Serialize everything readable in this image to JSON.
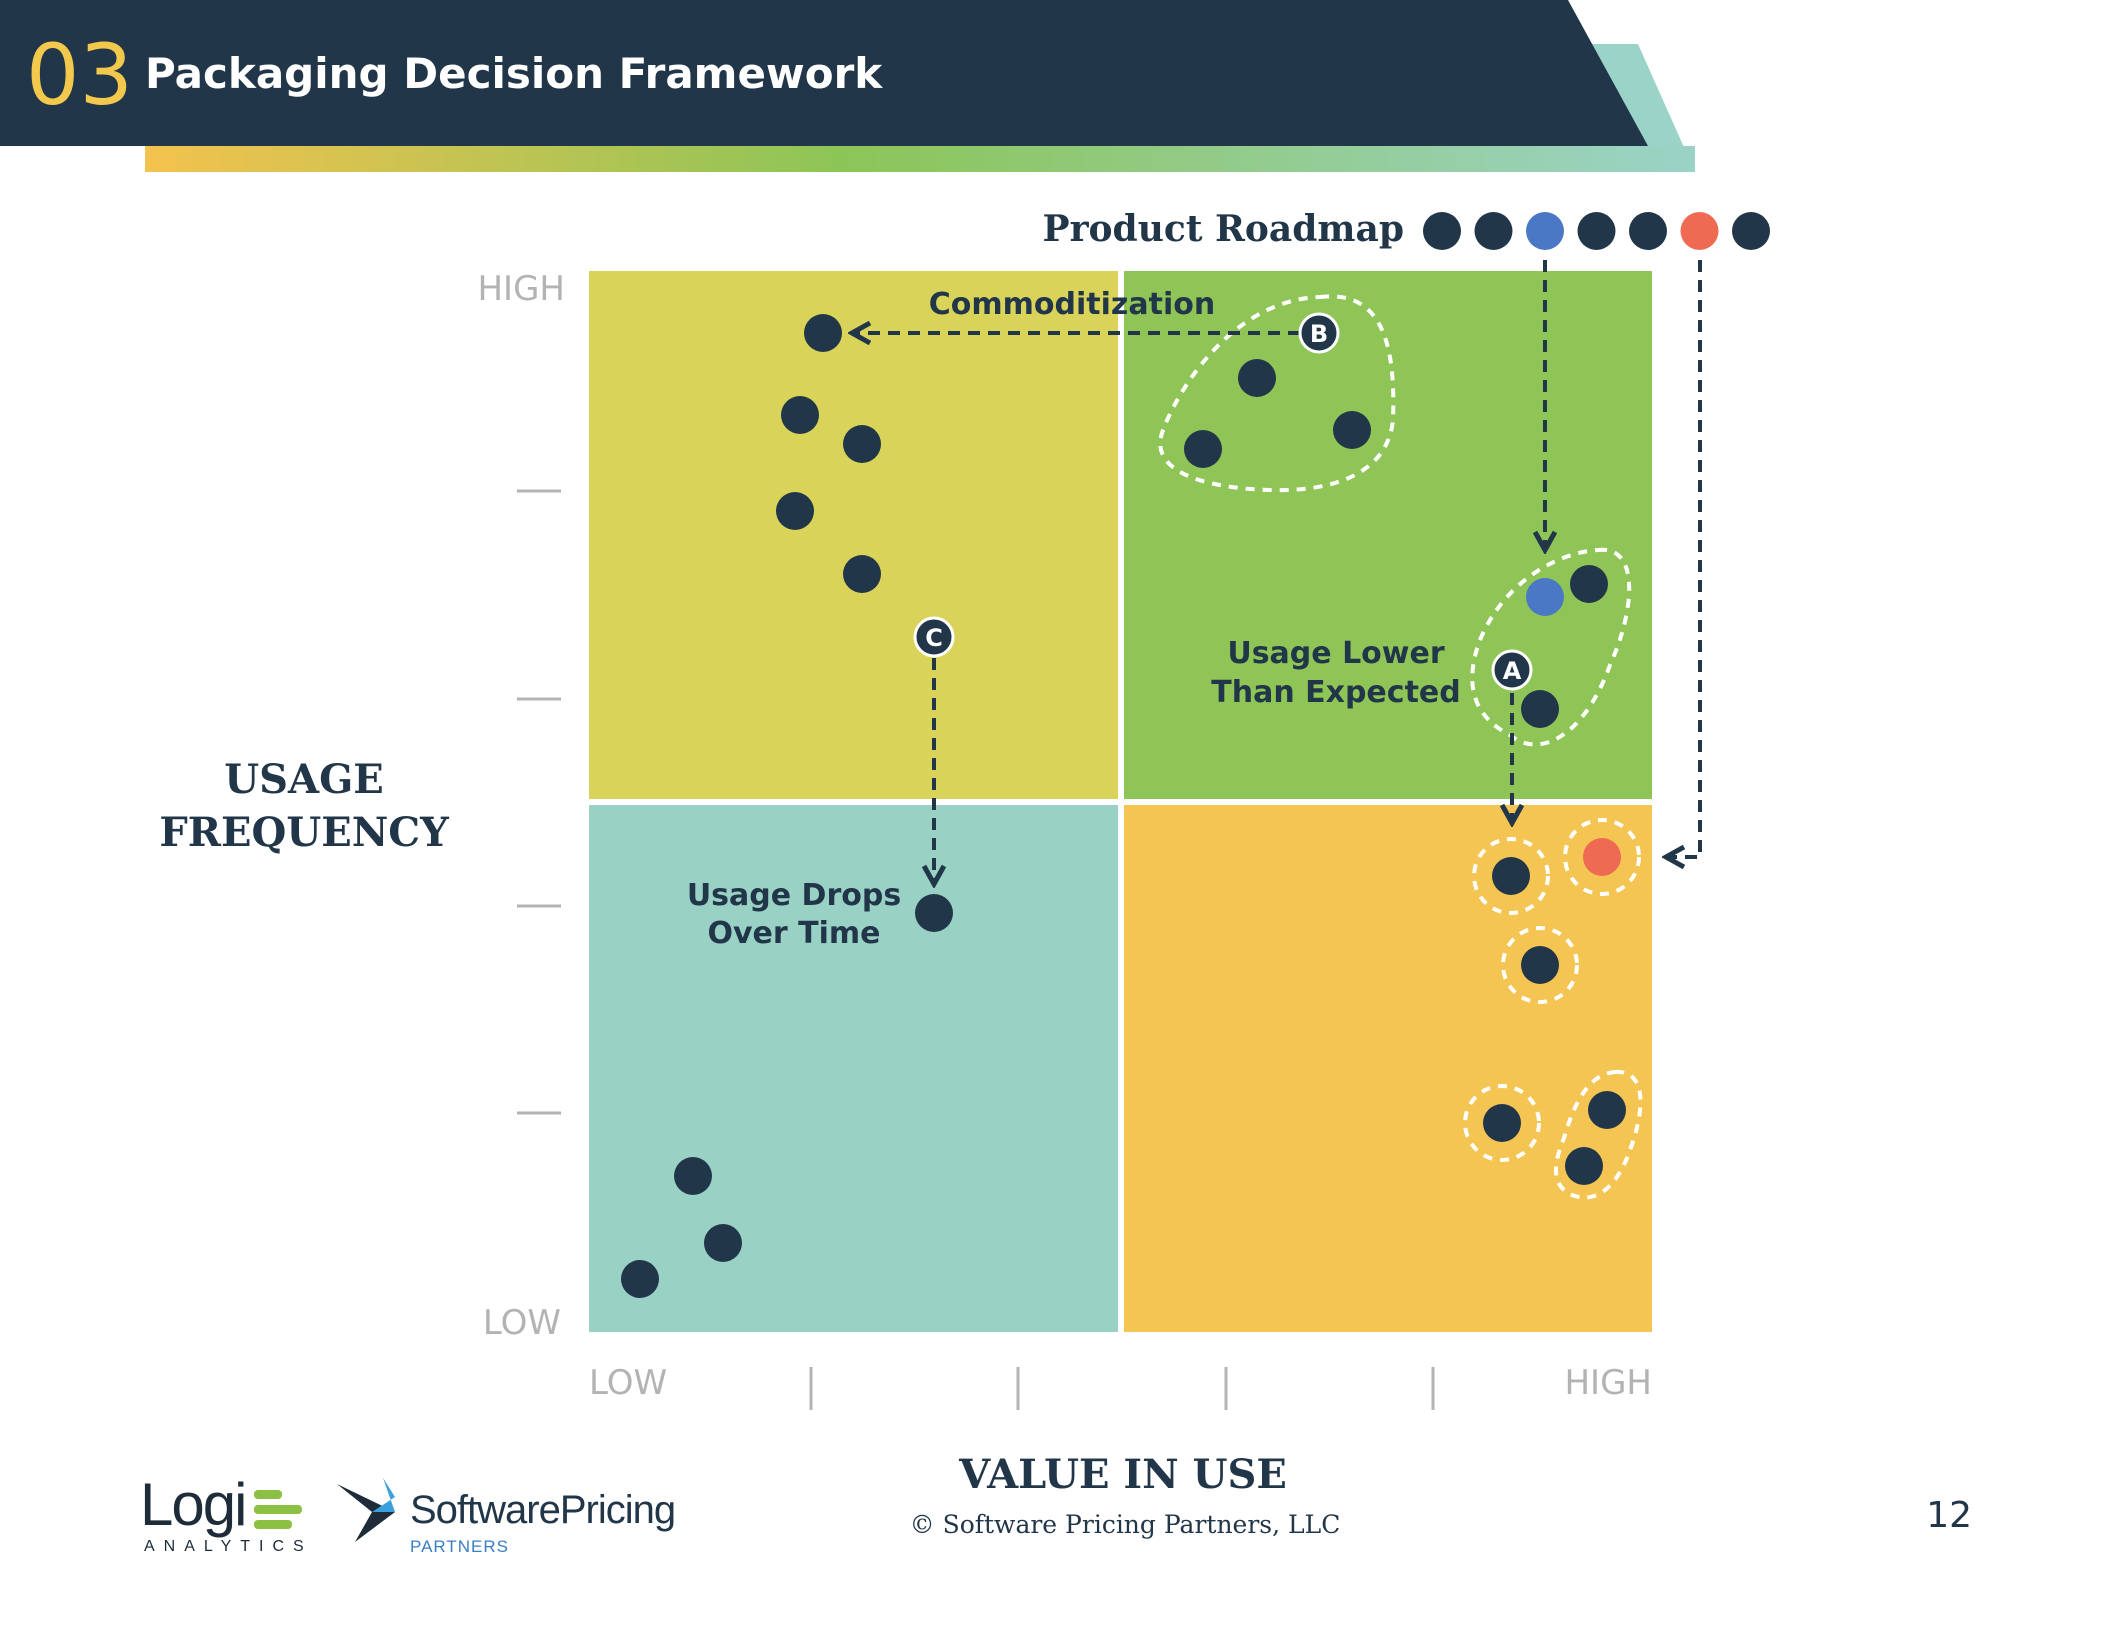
{
  "header": {
    "section_number": "03",
    "title": "Packaging Decision Framework",
    "number_color": "#f2c94c"
  },
  "legend": {
    "label": "Product Roadmap",
    "dot_colors": [
      "#223649",
      "#223649",
      "#4a78c4",
      "#223649",
      "#223649",
      "#ee6a52",
      "#223649"
    ]
  },
  "axes": {
    "y_title_line1": "USAGE",
    "y_title_line2": "FREQUENCY",
    "y_high": "HIGH",
    "y_low": "LOW",
    "x_title": "VALUE IN USE",
    "x_low": "LOW",
    "x_high": "HIGH"
  },
  "quadrants": {
    "top_left_color": "#dad35a",
    "top_right_color": "#8fc557",
    "bottom_left_color": "#99d1c5",
    "bottom_right_color": "#f5c553"
  },
  "annotations": {
    "commoditization": "Commoditization",
    "usage_lower_line1": "Usage Lower",
    "usage_lower_line2": "Than Expected",
    "usage_drops_line1": "Usage Drops",
    "usage_drops_line2": "Over Time",
    "marker_a": "A",
    "marker_b": "B",
    "marker_c": "C"
  },
  "colors": {
    "dark": "#223649",
    "blue": "#4a78c4",
    "red": "#ee6a52",
    "axis_gray": "#b3b3b3"
  },
  "footer": {
    "copyright": "© Software Pricing Partners, LLC",
    "page_number": "12",
    "logo1_word": "Logi",
    "logo1_sub": "ANALYTICS",
    "logo2_word": "SoftwarePricing",
    "logo2_sub": "PARTNERS"
  }
}
